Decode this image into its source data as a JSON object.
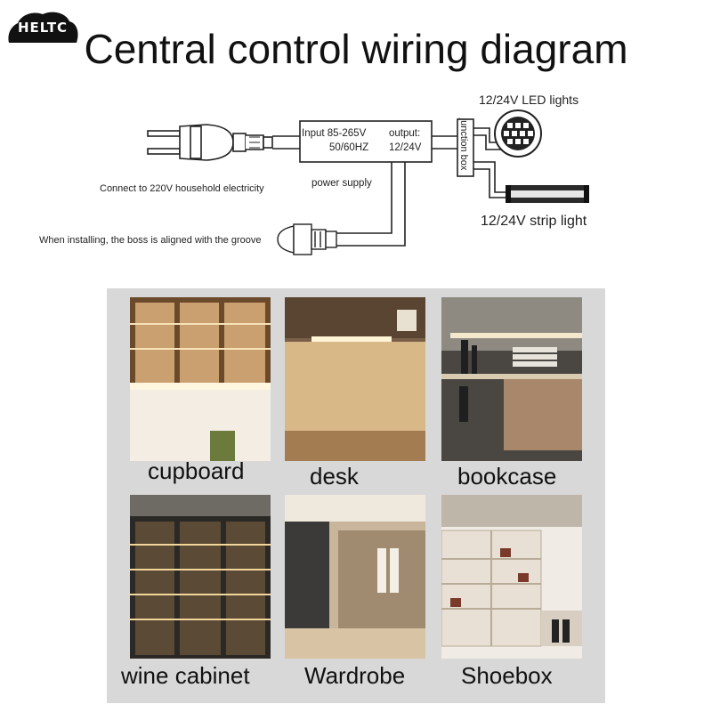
{
  "brand": {
    "logo_text": "HELTC"
  },
  "title": "Central control wiring diagram",
  "diagram": {
    "plug_label": "Connect to 220V household electricity",
    "sensor_label": "When installing, the boss is aligned with the groove",
    "power_input": "Input 85-265V",
    "power_freq": "50/60HZ",
    "power_output": "output:",
    "power_output_voltage": "12/24V",
    "power_supply_label": "power supply",
    "junction_box": "junction box",
    "led_lights": "12/24V LED lights",
    "strip_light": "12/24V strip light"
  },
  "gallery": {
    "items": [
      {
        "caption": "cupboard"
      },
      {
        "caption": "desk"
      },
      {
        "caption": "bookcase"
      },
      {
        "caption": "wine cabinet"
      },
      {
        "caption": "Wardrobe"
      },
      {
        "caption": "Shoebox"
      }
    ]
  }
}
